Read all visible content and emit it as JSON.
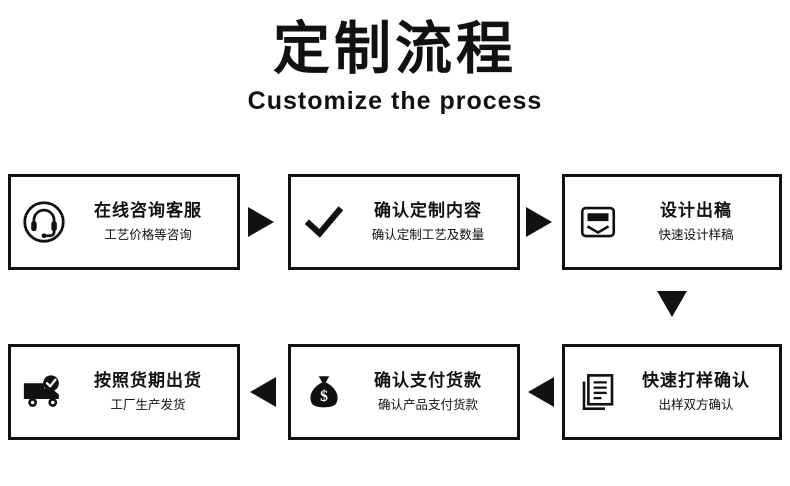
{
  "header": {
    "title_cn": "定制流程",
    "title_en": "Customize the process"
  },
  "flow": {
    "steps": [
      {
        "id": "step-1",
        "icon": "headset-support-icon",
        "main": "在线咨询客服",
        "sub": "工艺价格等咨询"
      },
      {
        "id": "step-2",
        "icon": "checkmark-icon",
        "main": "确认定制内容",
        "sub": "确认定制工艺及数量"
      },
      {
        "id": "step-3",
        "icon": "design-draft-icon",
        "main": "设计出稿",
        "sub": "快速设计样稿"
      },
      {
        "id": "step-4",
        "icon": "documents-stack-icon",
        "main": "快速打样确认",
        "sub": "出样双方确认"
      },
      {
        "id": "step-5",
        "icon": "money-bag-icon",
        "main": "确认支付货款",
        "sub": "确认产品支付货款"
      },
      {
        "id": "step-6",
        "icon": "delivery-truck-icon",
        "main": "按照货期出货",
        "sub": "工厂生产发货"
      }
    ],
    "connectors": [
      {
        "id": "connector-1",
        "direction": "right"
      },
      {
        "id": "connector-2",
        "direction": "right"
      },
      {
        "id": "connector-3",
        "direction": "down"
      },
      {
        "id": "connector-4",
        "direction": "left"
      },
      {
        "id": "connector-5",
        "direction": "left"
      }
    ]
  },
  "colors": {
    "ink": "#111111",
    "background": "#ffffff"
  }
}
